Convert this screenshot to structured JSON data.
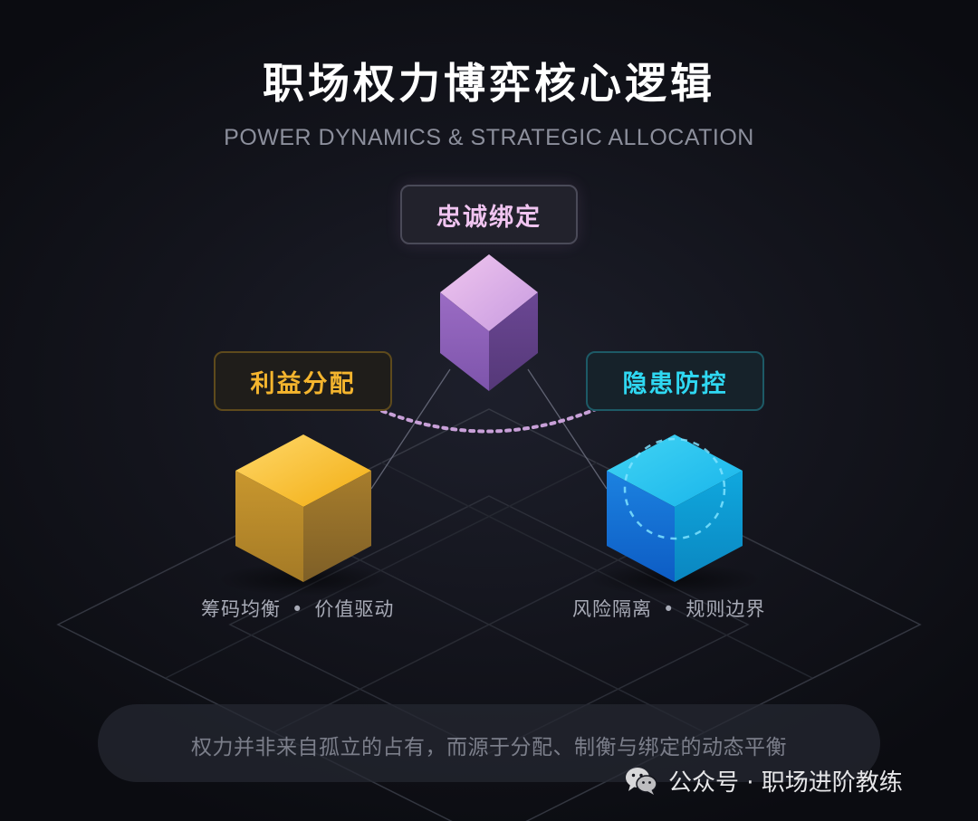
{
  "header": {
    "title": "职场权力博弈核心逻辑",
    "subtitle": "POWER DYNAMICS & STRATEGIC ALLOCATION"
  },
  "nodes": {
    "loyalty": {
      "label": "忠诚绑定",
      "color": "#b98ee0"
    },
    "interest": {
      "label": "利益分配",
      "color": "#f5b52e"
    },
    "risk": {
      "label": "隐患防控",
      "color": "#2fd8f2"
    }
  },
  "captions": {
    "left": {
      "part1": "筹码均衡",
      "separator": "•",
      "part2": "价值驱动"
    },
    "right": {
      "part1": "风险隔离",
      "separator": "•",
      "part2": "规则边界"
    }
  },
  "summary": "权力并非来自孤立的占有，而源于分配、制衡与绑定的动态平衡",
  "watermark": {
    "icon": "wechat-icon",
    "text": "公众号 · 职场进阶教练"
  }
}
